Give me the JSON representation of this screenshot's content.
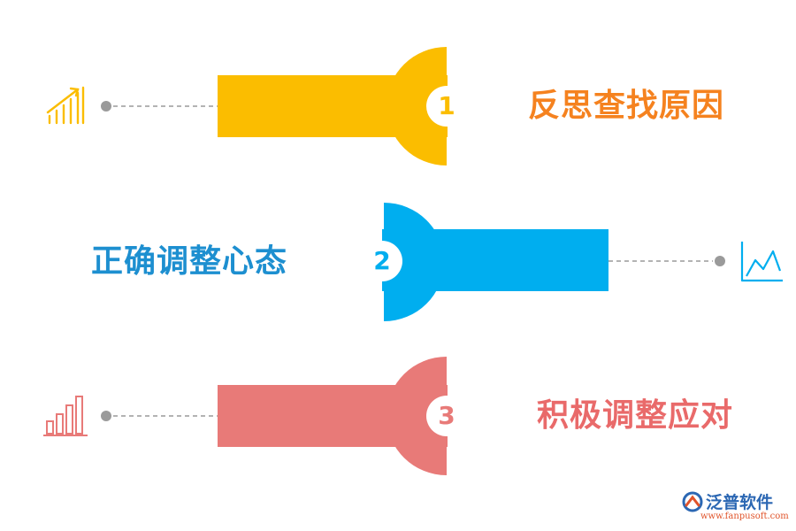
{
  "steps": [
    {
      "number": "1",
      "text": "反思查找原因",
      "color": "#fbbd00",
      "icon": "growth-bars-icon"
    },
    {
      "number": "2",
      "text": "正确调整心态",
      "color": "#00aeef",
      "icon": "line-chart-icon"
    },
    {
      "number": "3",
      "text": "积极调整应对",
      "color": "#e87a78",
      "icon": "bar-chart-icon"
    }
  ],
  "text_colors": [
    "#f5821f",
    "#1d8fd0",
    "#e96a6a"
  ],
  "connector_color": "#9a9a9a",
  "logo": {
    "name": "泛普软件",
    "url": "www.fanpusoft.com"
  }
}
